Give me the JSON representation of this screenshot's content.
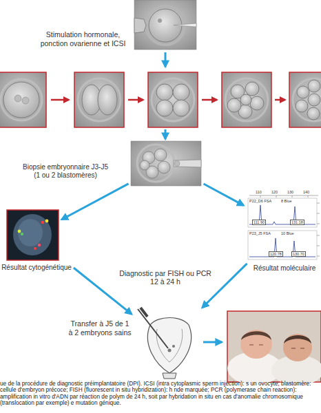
{
  "diagram": {
    "caption": "ue de la procédure de diagnostic préimplantatoire (DPI). ICSI (intra cytoplasmic sperm injection): s un ovocyte; blastomère: cellule d'embryon précoce; FISH (fluorescent in situ hybridization): h nde marquée; PCR (polymerase chain reaction): amplification in vitro d'ADN par réaction de polym de 24 h, soit par hybridation in situ en cas d'anomalie chromosomique (translocation par exemple) e mutation génique.",
    "nodes": [
      {
        "text": [
          "Stimulation hormonale, ponction ovarienne et ICSI"
        ]
      },
      {
        "text": [
          "Biopsie embryonnaire J3-J5 (1 ou 2 blastomères)"
        ]
      },
      {
        "text": [
          "Résultat cytogénétique"
        ]
      },
      {
        "text": [
          "Résultat moléculaire"
        ]
      },
      {
        "text": [
          "Transfer à J5 de 1 à 2 embryons sains"
        ]
      }
    ],
    "edges": [
      {
        "from": 1,
        "to": 2,
        "arrow": "to"
      },
      {
        "from": 1,
        "to": 3,
        "arrow": "to"
      },
      {
        "from": 2,
        "to": 4,
        "arrow": "to"
      },
      {
        "from": 3,
        "to": 4,
        "arrow": "to"
      }
    ],
    "labels": [
      "Diagnostic par FISH ou PCR 12 à 24 h",
      "110",
      "120",
      "130",
      "140",
      "P22_D6 FSA",
      "8 Blue",
      "111.90",
      "131.18",
      "P23_J5 FSA",
      "10 Blue",
      "120.78",
      "130.70"
    ]
  }
}
